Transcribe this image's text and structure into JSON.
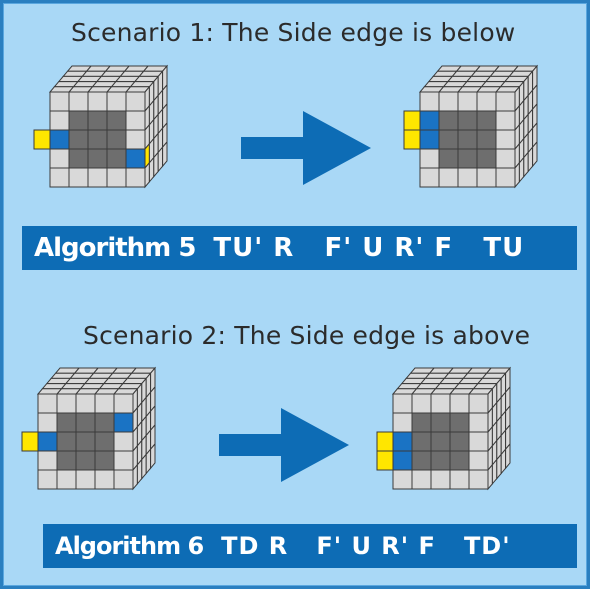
{
  "scenario1": {
    "title": "Scenario 1: The Side edge is below",
    "algorithm_name": "Algorithm 5",
    "algorithm_moves": "TU' R   F' U R' F   TU"
  },
  "scenario2": {
    "title": "Scenario 2: The Side edge is above",
    "algorithm_name": "Algorithm 6",
    "algorithm_moves": "TD R   F' U R' F   TD'"
  },
  "colors": {
    "background": "#a9d8f6",
    "frame": "#2a7fc0",
    "banner": "#0d6cb5",
    "sticker_light": "#d9d9d9",
    "sticker_dark": "#6e6e6e",
    "sticker_blue": "#1a73c4",
    "sticker_yellow": "#ffe600",
    "arrow": "#0d6cb5"
  },
  "cube": {
    "size": "5x5x5"
  }
}
